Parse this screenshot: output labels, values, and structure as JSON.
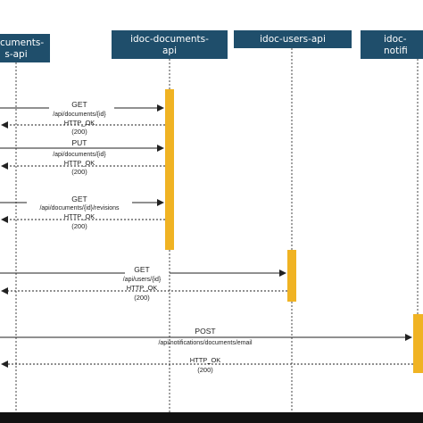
{
  "services": [
    {
      "id": "documents-left",
      "label": "documents-\ns-api"
    },
    {
      "id": "idoc-documents",
      "label": "idoc-documents-\napi"
    },
    {
      "id": "idoc-users",
      "label": "idoc-users-api"
    },
    {
      "id": "idoc-notifications",
      "label": "idoc-notifi"
    }
  ],
  "messages": [
    {
      "id": "get-documents",
      "method": "GET",
      "path": "/api/documents/{id}",
      "response": "HTTP_OK",
      "code": "(200)"
    },
    {
      "id": "put-documents",
      "method": "PUT",
      "path": "/api/documents/{id}",
      "response": "HTTP_OK",
      "code": "(200)"
    },
    {
      "id": "get-revisions",
      "method": "GET",
      "path": "/api/documents/{id}/revisions",
      "response": "HTTP_OK",
      "code": "(200)"
    },
    {
      "id": "get-users",
      "method": "GET",
      "path": "/api/users/{id}",
      "response": "HTTP_OK",
      "code": "(200)"
    },
    {
      "id": "post-notification",
      "method": "POST",
      "path": "/api/notifications/documents/email",
      "response": "HTTP_OK",
      "code": "(200)"
    }
  ],
  "colors": {
    "header": "#1f4e6b",
    "activation": "#f0b323",
    "line": "#333333"
  }
}
